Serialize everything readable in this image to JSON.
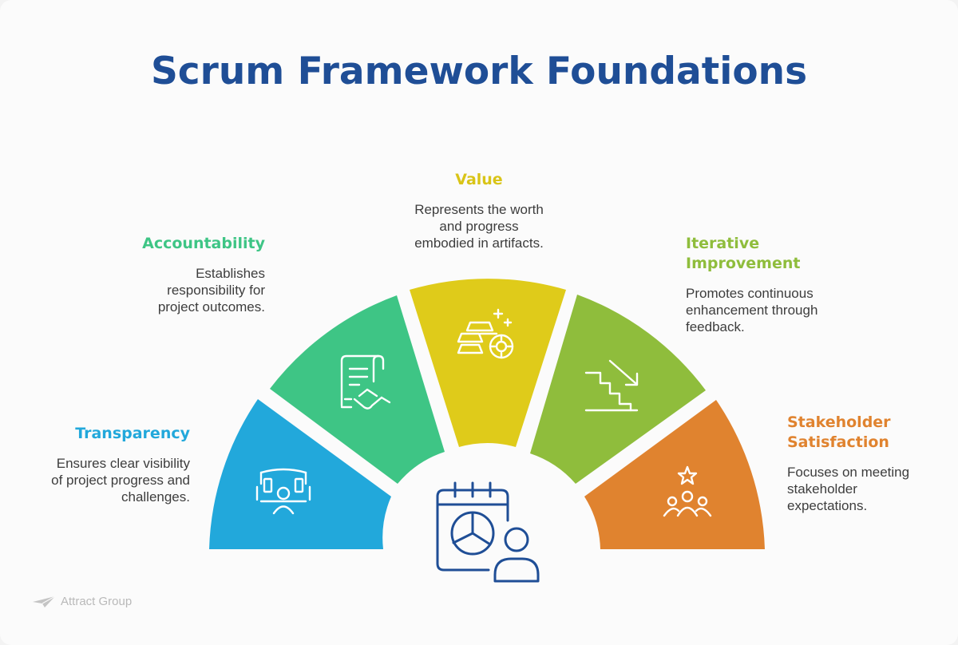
{
  "title": "Scrum Framework Foundations",
  "colors": {
    "title": "#1f4e96",
    "transparency": "#22a8db",
    "accountability": "#3ec585",
    "value": "#dfcb1a",
    "iterative": "#8fbd3c",
    "stakeholder": "#e0832f",
    "center_icon": "#1f4e96"
  },
  "segments": [
    {
      "key": "transparency",
      "heading_lines": [
        "Transparency"
      ],
      "description_lines": [
        "Ensures clear visibility",
        "of project progress and",
        "challenges."
      ],
      "icon": "presentation-person-icon"
    },
    {
      "key": "accountability",
      "heading_lines": [
        "Accountability"
      ],
      "description_lines": [
        "Establishes",
        "responsibility for",
        "project outcomes."
      ],
      "icon": "contract-handshake-icon"
    },
    {
      "key": "value",
      "heading_lines": [
        "Value"
      ],
      "description_lines": [
        "Represents the worth",
        "and progress",
        "embodied in artifacts."
      ],
      "icon": "gold-bars-coin-icon"
    },
    {
      "key": "iterative",
      "heading_lines": [
        "Iterative",
        "Improvement"
      ],
      "description_lines": [
        "Promotes continuous",
        "enhancement through",
        "feedback."
      ],
      "icon": "stairs-arrow-icon"
    },
    {
      "key": "stakeholder",
      "heading_lines": [
        "Stakeholder",
        "Satisfaction"
      ],
      "description_lines": [
        "Focuses on meeting",
        "stakeholder",
        "expectations."
      ],
      "icon": "group-star-icon"
    }
  ],
  "center_icon": "calendar-chart-person-icon",
  "brand": "Attract Group"
}
